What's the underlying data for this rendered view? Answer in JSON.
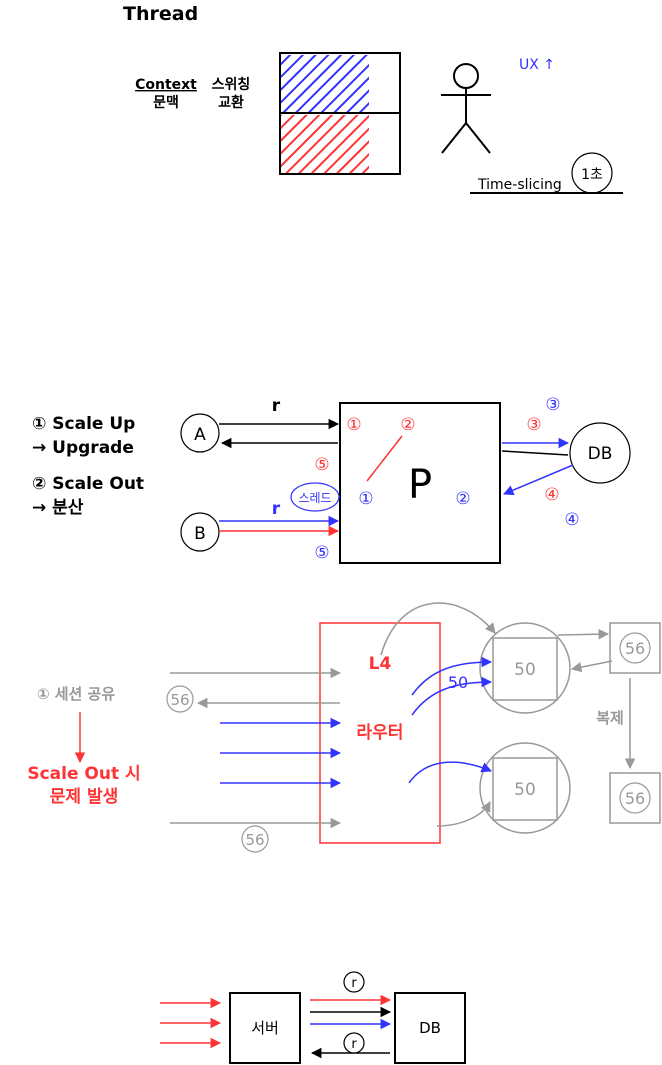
{
  "colors": {
    "black": "#000000",
    "red": "#ff3333",
    "blue": "#3333ff",
    "gray": "#999999"
  },
  "section1": {
    "title": "Thread",
    "context_en": "Context",
    "context_ko": "문맥",
    "switching_ko": "스위칭",
    "exchange_ko": "교환",
    "ux_label": "UX ↑",
    "time_slicing": "Time-slicing",
    "one_second": "1초",
    "person_icon": "stick-figure-icon"
  },
  "section2": {
    "scale_up": "① Scale Up",
    "upgrade": "→ Upgrade",
    "scale_out": "② Scale Out",
    "distribute": "→ 분산",
    "node_a": "A",
    "node_b": "B",
    "process": "P",
    "db": "DB",
    "req_top": "r",
    "req_bottom": "r",
    "thread_label": "스레드",
    "num_1": "①",
    "num_2": "②",
    "num_3": "③",
    "num_4": "④",
    "num_5": "⑤"
  },
  "section3": {
    "session_share": "① 세션 공유",
    "problem_line1": "Scale Out 시",
    "problem_line2": "문제 발생",
    "l4": "L4",
    "router": "라우터",
    "server_top_value": "50",
    "server_bottom_value": "50",
    "arrow_label": "50",
    "session_id": "56",
    "replicate": "복제",
    "store_top": "56",
    "store_bottom": "56"
  },
  "section4": {
    "server": "서버",
    "db": "DB",
    "req_top": "r",
    "req_bottom": "r"
  }
}
